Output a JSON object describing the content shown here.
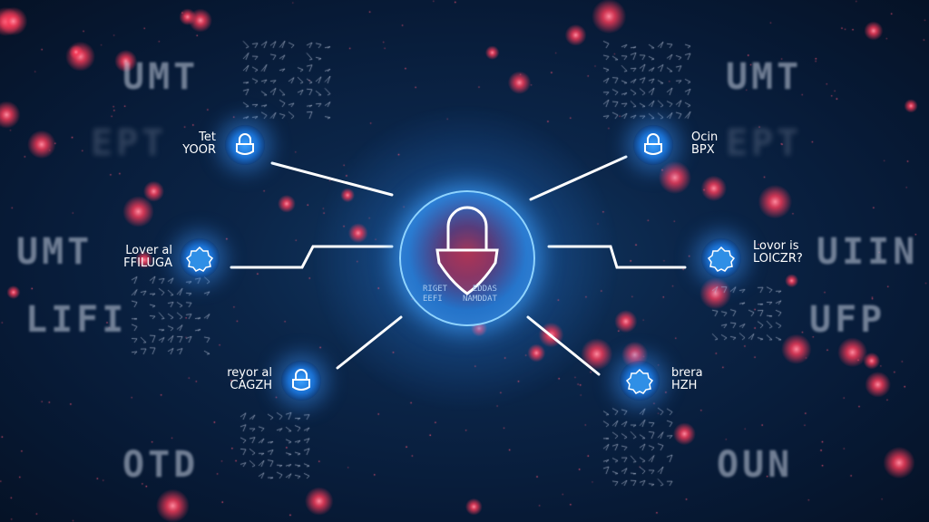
{
  "background_words": [
    "UMT",
    "UMT",
    "EPT",
    "EPT",
    "UMT",
    "UIIN",
    "LIFI",
    "UFP",
    "OTD",
    "OUN"
  ],
  "center": {
    "icon": "padlock-shield-icon",
    "text_left": [
      "RIGET",
      "EEFI"
    ],
    "text_right": [
      "EDDAS",
      "NAMDDAT"
    ]
  },
  "nodes": [
    {
      "icon": "padlock-icon",
      "label": [
        "Tet",
        "YOOR"
      ]
    },
    {
      "icon": "flower-cluster-icon",
      "label": [
        "Lover al",
        "FFILUGA"
      ]
    },
    {
      "icon": "padlock-icon",
      "label": [
        "reyor al",
        "CAGZH"
      ]
    },
    {
      "icon": "padlock-icon",
      "label": [
        "Ocin",
        "BPX"
      ]
    },
    {
      "icon": "flower-cluster-icon",
      "label": [
        "Lovor is",
        "LOICZR?"
      ]
    },
    {
      "icon": "flower-cluster-icon",
      "label": [
        "brera",
        "HZH"
      ]
    }
  ],
  "colors": {
    "background": "#0b2548",
    "node_glow": "#3aa0ff",
    "particle": "#ff4d6d",
    "center_core": "#a0385a"
  }
}
